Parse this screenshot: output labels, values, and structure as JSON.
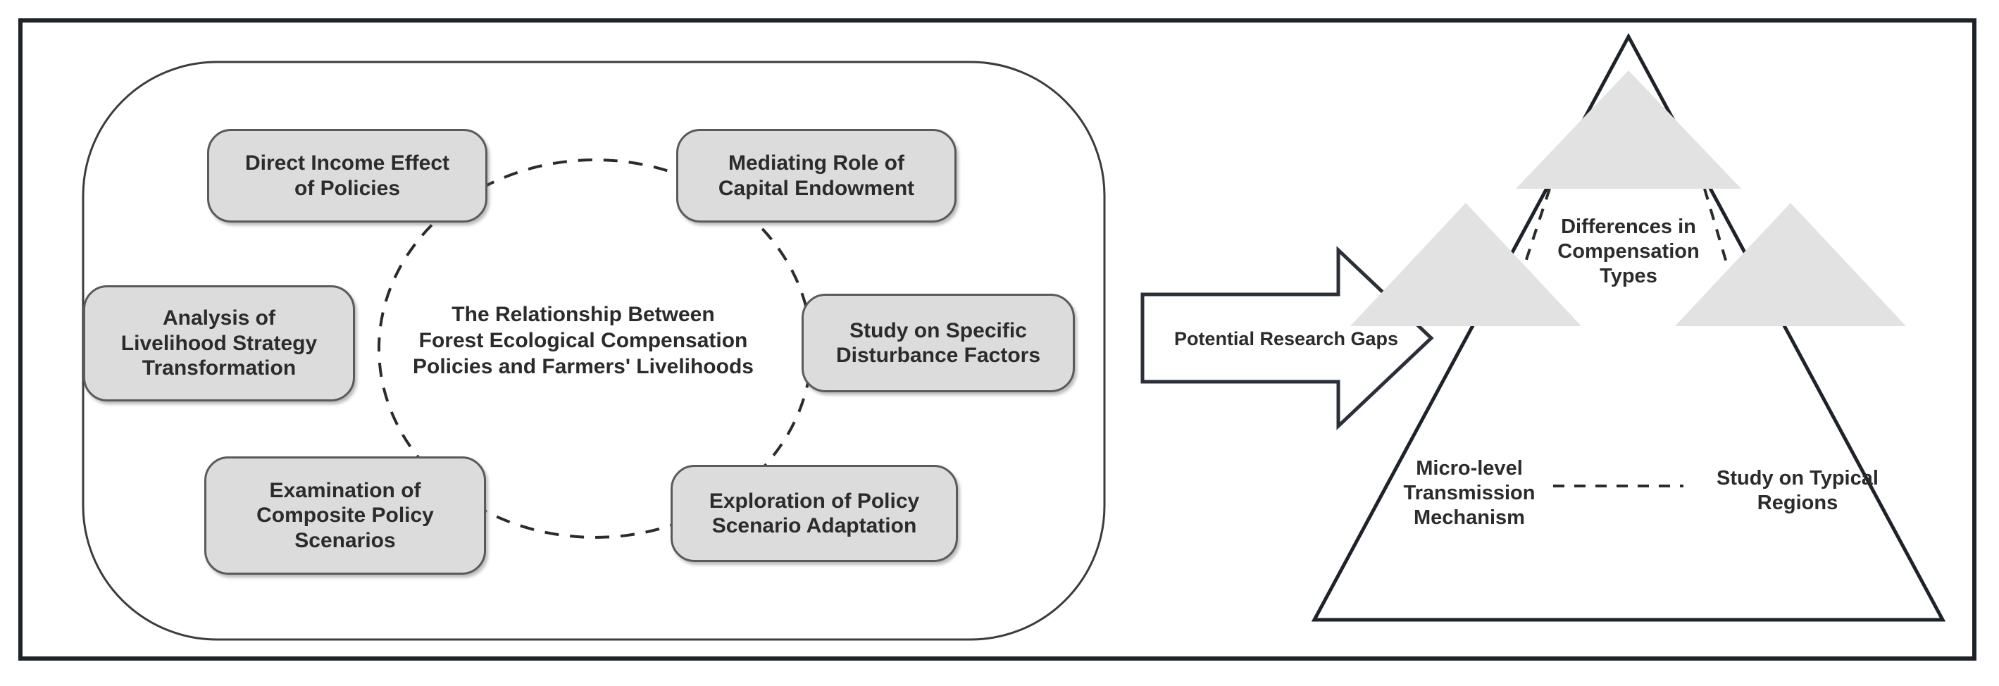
{
  "figure": {
    "frame_color": "#1e2229",
    "pill_fill": "#dcdcdc",
    "pill_stroke": "#5a5a5a",
    "triangle_fill": "#e2e2e2",
    "text_color": "#2b2b2b"
  },
  "left_panel": {
    "container_name": "research-domain-container",
    "center_text": "The Relationship Between\nForest Ecological Compensation\nPolicies and Farmers' Livelihoods",
    "nodes": [
      {
        "id": "direct-income-effect",
        "label": "Direct Income Effect\nof Policies"
      },
      {
        "id": "mediating-role-capital",
        "label": "Mediating Role of\nCapital Endowment"
      },
      {
        "id": "livelihood-strategy",
        "label": "Analysis of\nLivelihood Strategy\nTransformation"
      },
      {
        "id": "specific-disturbance",
        "label": "Study on Specific\nDisturbance Factors"
      },
      {
        "id": "composite-policy-scenarios",
        "label": "Examination of\nComposite Policy\nScenarios"
      },
      {
        "id": "policy-scenario-adaptation",
        "label": "Exploration of Policy\nScenario Adaptation"
      }
    ]
  },
  "connector": {
    "label": "Potential Research Gaps"
  },
  "right_panel": {
    "container_name": "research-gaps-triangle",
    "nodes": [
      {
        "id": "compensation-types",
        "label": "Differences in\nCompensation\nTypes"
      },
      {
        "id": "micro-level-mechanism",
        "label": "Micro-level\nTransmission\nMechanism"
      },
      {
        "id": "typical-regions",
        "label": "Study on Typical\nRegions"
      }
    ]
  }
}
